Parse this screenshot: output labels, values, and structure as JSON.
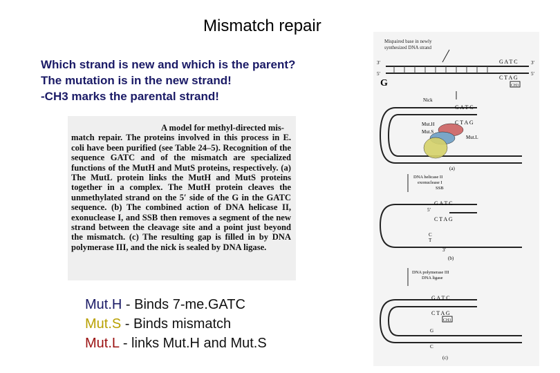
{
  "slide": {
    "title": "Mismatch repair",
    "question_lines": [
      "Which strand is new and which is the parent?",
      "The mutation is in the new strand!",
      "-CH3 marks the parental strand!"
    ]
  },
  "caption": {
    "figure_label": "A model for methyl-directed mis-",
    "text": "match repair. The proteins involved in this process in E. coli have been purified (see Table 24–5). Recognition of the sequence GATC and of the mismatch are specialized functions of the MutH and MutS proteins, respectively. (a) The MutL protein links the MutH and MutS proteins together in a complex. The MutH protein cleaves the unmethylated strand on the 5′ side of the G in the GATC sequence. (b) The combined action of DNA helicase II, exonuclease I, and SSB then removes a segment of the new strand between the cleavage site and a point just beyond the mismatch. (c) The resulting gap is filled in by DNA polymerase III, and the nick is sealed by DNA ligase."
  },
  "legend": [
    {
      "name": "Mut.H",
      "desc": " - Binds 7-me.GATC",
      "color": "#1a1a66"
    },
    {
      "name": "Mut.S",
      "desc": " - Binds mismatch",
      "color": "#b8a000"
    },
    {
      "name": "Mut.L",
      "desc": " - links Mut.H and Mut.S",
      "color": "#9a1010"
    }
  ],
  "figure": {
    "top_label_1": "Mispaired base in newly",
    "top_label_2": "synthesized DNA strand",
    "seq_top": "G A T C",
    "seq_bottom": "C T A G",
    "methyl": "CH3",
    "mismatch_base": "G",
    "end_5": "5′",
    "end_3": "3′",
    "nick_label": "Nick",
    "muth_label": "Mut.H",
    "muts_label": "Mut.S",
    "mutl_label": "Mut.L",
    "panel_a": "(a)",
    "helicase_1": "DNA helicase II",
    "helicase_2": "exonuclease I",
    "helicase_3": "SSB",
    "panel_b": "(b)",
    "pol_1": "DNA polymerase III",
    "pol_2": "DNA ligase",
    "panel_c": "(c)",
    "base_g": "G",
    "base_c": "C",
    "base_t": "T"
  },
  "colors": {
    "muth": "#d07070",
    "muts": "#7aa6c8",
    "mutl": "#d6d26a"
  }
}
